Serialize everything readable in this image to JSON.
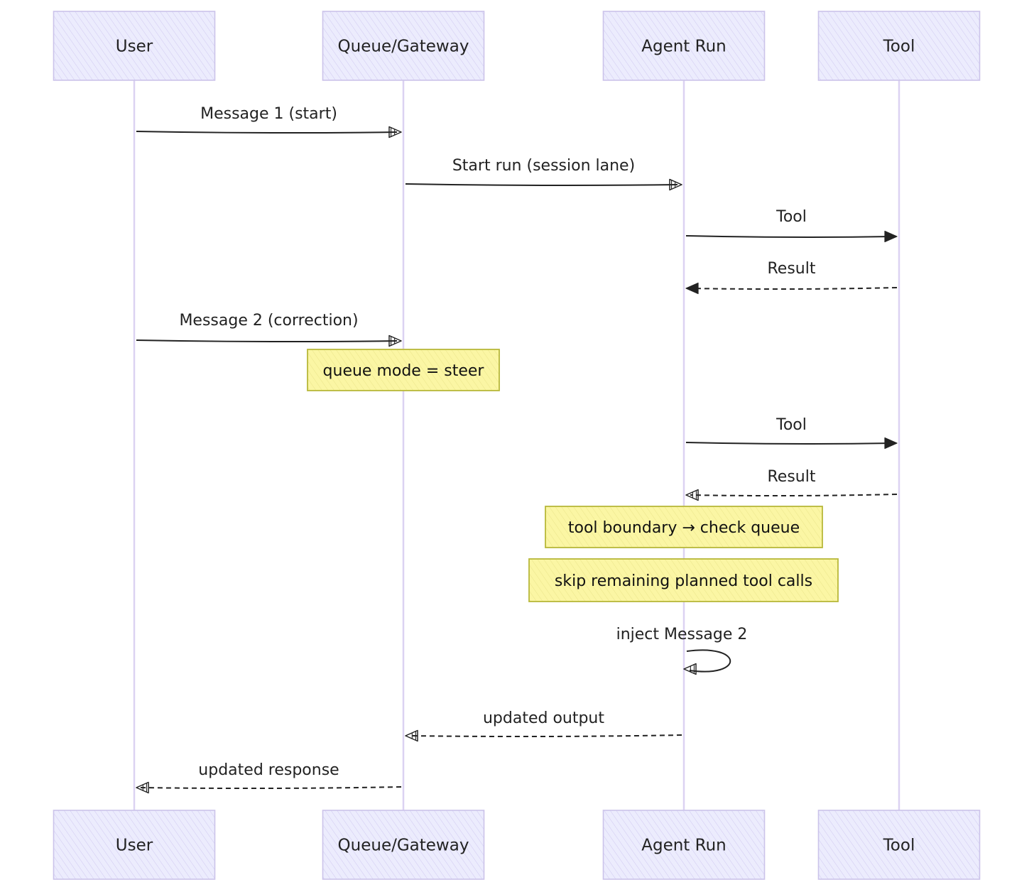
{
  "colors": {
    "participant_fill": "#ececfd",
    "participant_stroke": "#cbc3ea",
    "lifeline": "#dcd2f2",
    "arrow": "#222222",
    "note_fill": "#fbf6a4",
    "note_stroke": "#b8b83a"
  },
  "participants": [
    {
      "id": "user",
      "label": "User"
    },
    {
      "id": "queue",
      "label": "Queue/Gateway"
    },
    {
      "id": "agent",
      "label": "Agent Run"
    },
    {
      "id": "tool",
      "label": "Tool"
    }
  ],
  "messages": [
    {
      "from": "user",
      "to": "queue",
      "label": "Message 1 (start)",
      "style": "solid",
      "head": "open"
    },
    {
      "from": "queue",
      "to": "agent",
      "label": "Start run (session lane)",
      "style": "solid",
      "head": "open"
    },
    {
      "from": "agent",
      "to": "tool",
      "label": "Tool",
      "style": "solid",
      "head": "filled"
    },
    {
      "from": "tool",
      "to": "agent",
      "label": "Result",
      "style": "dashed",
      "head": "filled"
    },
    {
      "from": "user",
      "to": "queue",
      "label": "Message 2 (correction)",
      "style": "solid",
      "head": "open"
    },
    {
      "from": "agent",
      "to": "tool",
      "label": "Tool",
      "style": "solid",
      "head": "filled"
    },
    {
      "from": "tool",
      "to": "agent",
      "label": "Result",
      "style": "dashed",
      "head": "open"
    },
    {
      "from": "agent",
      "to": "agent",
      "label": "inject Message 2",
      "style": "solid",
      "head": "open"
    },
    {
      "from": "agent",
      "to": "queue",
      "label": "updated output",
      "style": "dashed",
      "head": "open"
    },
    {
      "from": "queue",
      "to": "user",
      "label": "updated response",
      "style": "dashed",
      "head": "open"
    }
  ],
  "notes": [
    {
      "over": "queue",
      "text": "queue mode = steer"
    },
    {
      "over": "agent",
      "text": "tool boundary → check queue"
    },
    {
      "over": "agent",
      "text": "skip remaining planned tool calls"
    }
  ]
}
